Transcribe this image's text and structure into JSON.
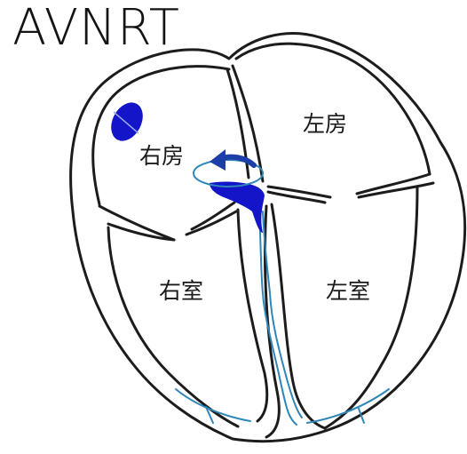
{
  "title": "AVNRT",
  "labels": {
    "right_atrium": "右房",
    "left_atrium": "左房",
    "right_ventricle": "右室",
    "left_ventricle": "左室"
  },
  "colors": {
    "outline": "#1c1c1c",
    "conduction": "#2f86b8",
    "node": "#1414c8",
    "reentry_arrow": "#1c3ea8"
  }
}
